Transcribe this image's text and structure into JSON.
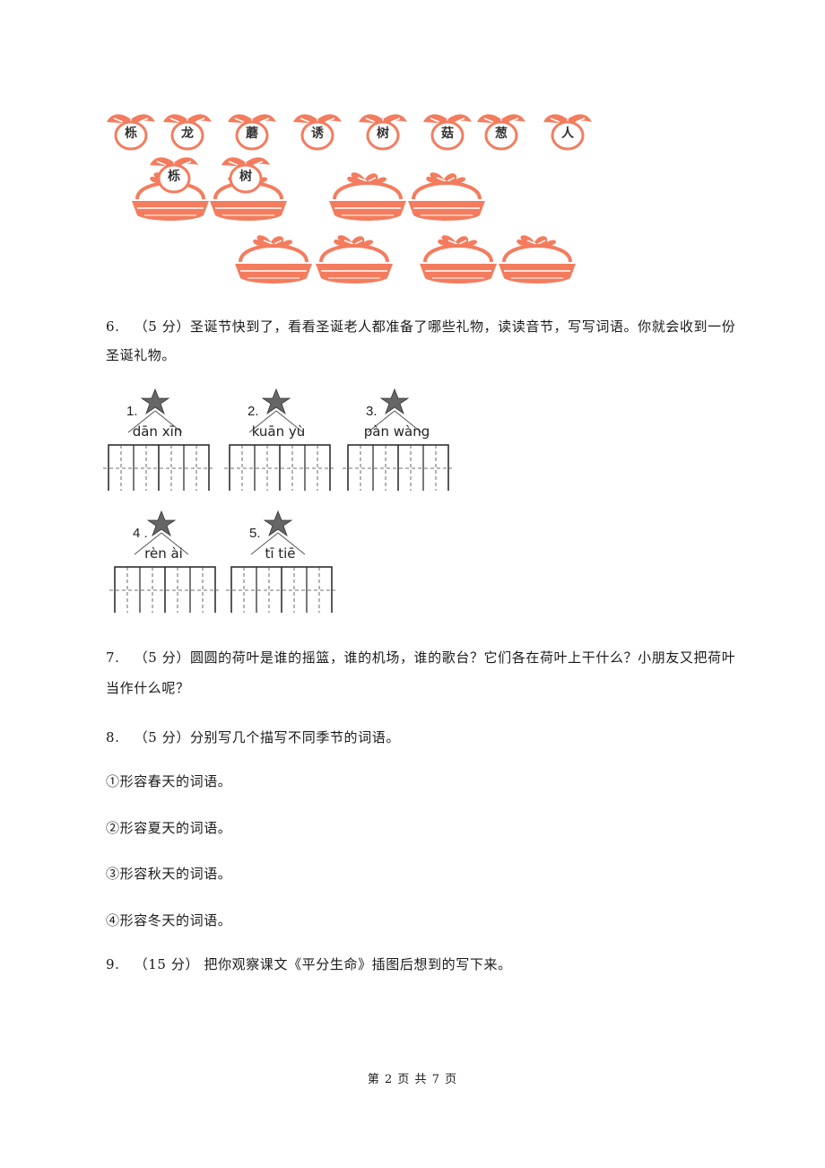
{
  "fruits": [
    "栎",
    "龙",
    "蘑",
    "诱",
    "树",
    "菇",
    "葱",
    "人"
  ],
  "basket_fruits": [
    "栎",
    "树"
  ],
  "colors": {
    "fruit": "#f47c5e",
    "basket": "#f47c5e",
    "text": "#1a1a1a"
  },
  "q6": {
    "number": "6.",
    "score": "（5 分）",
    "text_line1": "圣诞节快到了，看看圣诞老人都准备了哪些礼物，读读音节，写写词语。你就会收到一份",
    "text_line2": "圣诞礼物。"
  },
  "gifts": [
    {
      "num": "1.",
      "pinyin": "dān xīn"
    },
    {
      "num": "2.",
      "pinyin": "kuān yù"
    },
    {
      "num": "3.",
      "pinyin": "pàn wàng"
    },
    {
      "num": "4 .",
      "pinyin": "rèn ài"
    },
    {
      "num": "5.",
      "pinyin": "tī tiē"
    }
  ],
  "q7": {
    "number": "7.",
    "score": "（5 分）",
    "text_line1": "圆圆的荷叶是谁的摇篮，谁的机场，谁的歌台？它们各在荷叶上干什么？小朋友又把荷叶",
    "text_line2": "当作什么呢？"
  },
  "q8": {
    "number": "8.",
    "score": "（5 分）",
    "text": "分别写几个描写不同季节的词语。",
    "items": [
      "①形容春天的词语。",
      "②形容夏天的词语。",
      "③形容秋天的词语。",
      "④形容冬天的词语。"
    ]
  },
  "q9": {
    "number": "9.",
    "score": "（15 分）",
    "text": "把你观察课文《平分生命》插图后想到的写下来。"
  },
  "footer": "第 2 页 共 7 页"
}
